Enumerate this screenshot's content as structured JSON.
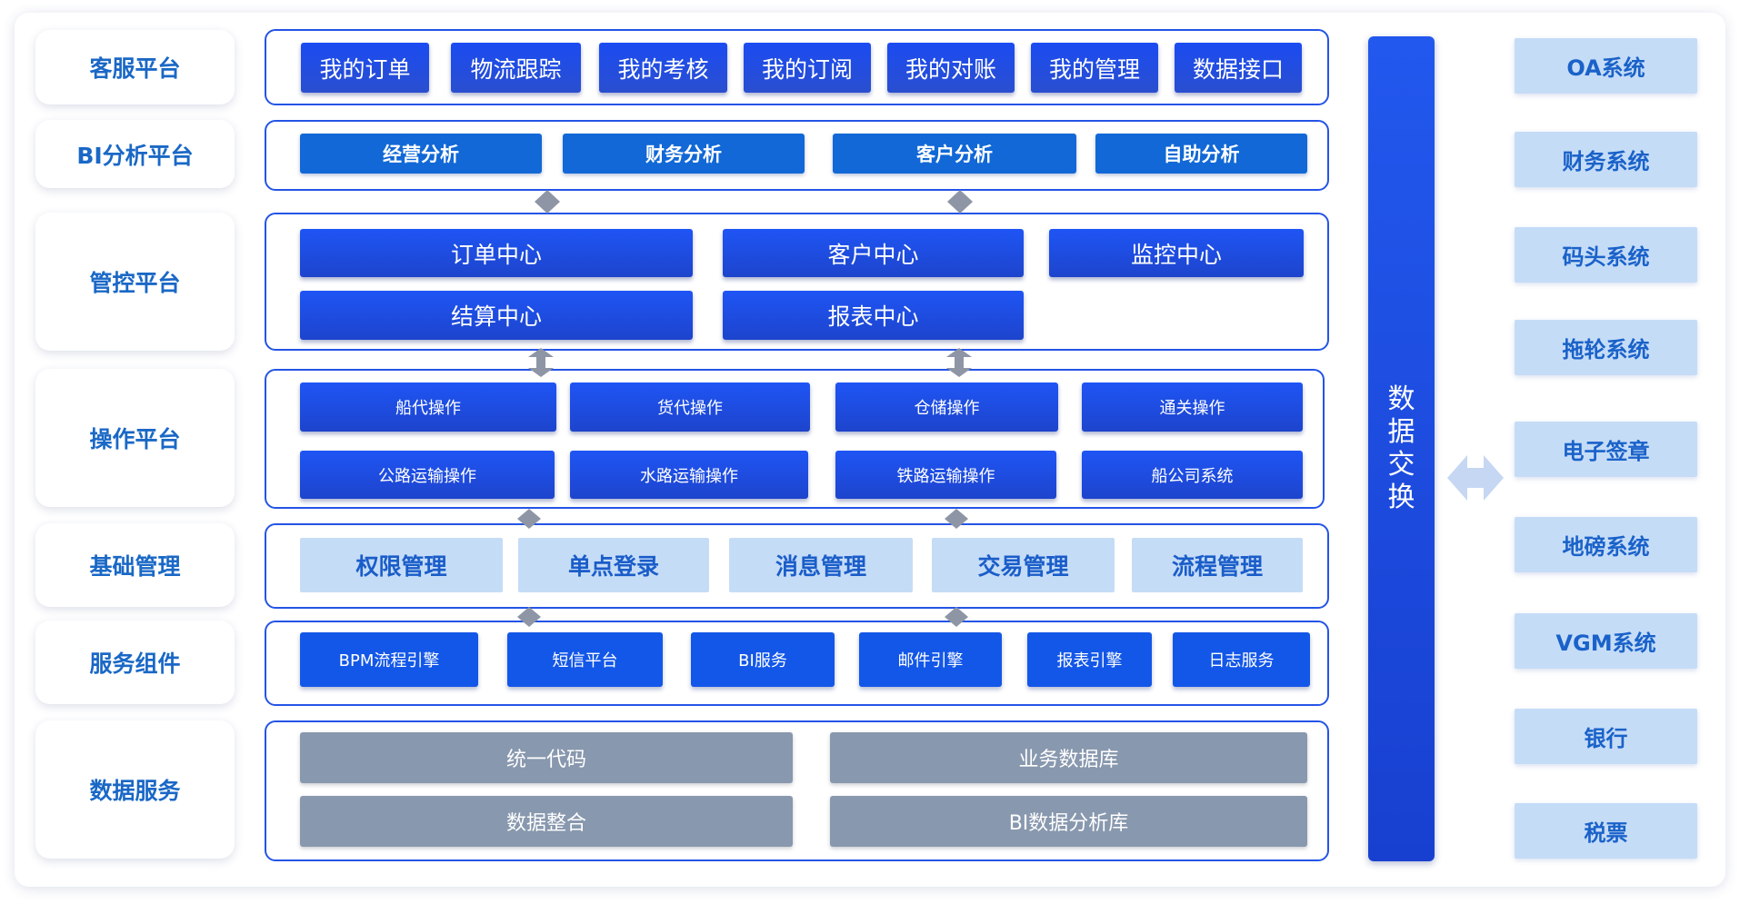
{
  "layers": [
    {
      "label": "客服平台",
      "tiles": [
        "我的订单",
        "物流跟踪",
        "我的考核",
        "我的订阅",
        "我的对账",
        "我的管理",
        "数据接口"
      ]
    },
    {
      "label": "BI分析平台",
      "tiles": [
        "经营分析",
        "财务分析",
        "客户分析",
        "自助分析"
      ]
    },
    {
      "label": "管控平台",
      "tiles": [
        "订单中心",
        "客户中心",
        "监控中心",
        "结算中心",
        "报表中心"
      ]
    },
    {
      "label": "操作平台",
      "tiles": [
        "船代操作",
        "货代操作",
        "仓储操作",
        "通关操作",
        "公路运输操作",
        "水路运输操作",
        "铁路运输操作",
        "船公司系统"
      ]
    },
    {
      "label": "基础管理",
      "tiles": [
        "权限管理",
        "单点登录",
        "消息管理",
        "交易管理",
        "流程管理"
      ]
    },
    {
      "label": "服务组件",
      "tiles": [
        "BPM流程引擎",
        "短信平台",
        "BI服务",
        "邮件引擎",
        "报表引擎",
        "日志服务"
      ]
    },
    {
      "label": "数据服务",
      "tiles": [
        "统一代码",
        "业务数据库",
        "数据整合",
        "BI数据分析库"
      ]
    }
  ],
  "exchange": {
    "label": "数据交换"
  },
  "external_systems": [
    "OA系统",
    "财务系统",
    "码头系统",
    "拖轮系统",
    "电子签章",
    "地磅系统",
    "VGM系统",
    "银行",
    "税票"
  ],
  "colors": {
    "primary_blue": "#1b4cf2",
    "bi_blue": "#1168d6",
    "light_blue": "#c5dcf7",
    "gray": "#8898ae",
    "label_text": "#1a68c6",
    "arrow_gray": "#8e96a6",
    "arrow_light": "#c6d7f3"
  },
  "icons": {
    "vertical_connector": "double-arrow-vertical-icon",
    "horizontal_connector": "double-arrow-horizontal-icon"
  }
}
